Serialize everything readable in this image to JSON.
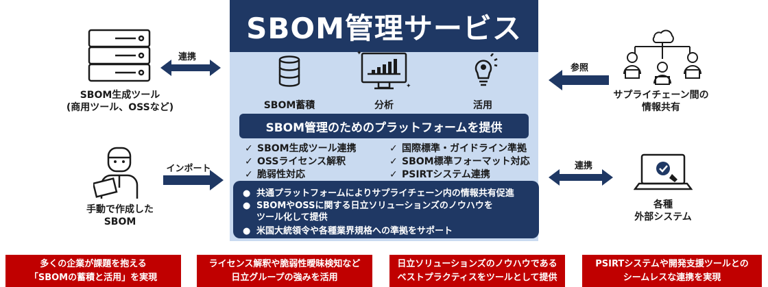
{
  "title": "SBOM管理サービス",
  "features": [
    {
      "label": "SBOM蓄積",
      "icon": "database-icon"
    },
    {
      "label": "分析",
      "icon": "analytics-monitor-icon"
    },
    {
      "label": "活用",
      "icon": "lightbulb-icon"
    }
  ],
  "platform_banner": "SBOM管理のためのプラットフォームを提供",
  "checklist": {
    "left": [
      "SBOM生成ツール連携",
      "OSSライセンス解釈",
      "脆弱性対応"
    ],
    "right": [
      "国際標準・ガイドライン準拠",
      "SBOM標準フォーマット対応",
      "PSIRTシステム連携"
    ]
  },
  "bullets": [
    "共通プラットフォームによりサプライチェーン内の情報共有促進",
    "SBOMやOSSに関する日立ソリューションズのノウハウを",
    "ツール化して提供",
    "米国大統領令や各種業界規格への準拠をサポート"
  ],
  "left_top": {
    "line1": "SBOM生成ツール",
    "line2": "(商用ツール、OSSなど)",
    "arrow": "連携"
  },
  "left_bottom": {
    "line1": "手動で作成した",
    "line2": "SBOM",
    "arrow": "インポート"
  },
  "right_top": {
    "line1": "サプライチェーン間の",
    "line2": "情報共有",
    "arrow": "参照"
  },
  "right_bottom": {
    "line1": "各種",
    "line2": "外部システム",
    "arrow": "連携"
  },
  "bottom_boxes": [
    {
      "line1": "多くの企業が課題を抱える",
      "line2": "「SBOMの蓄積と活用」を実現"
    },
    {
      "line1": "ライセンス解釈や脆弱性曖昧検知など",
      "line2": "日立グループの強みを活用"
    },
    {
      "line1": "日立ソリューションズのノウハウである",
      "line2": "ベストプラクティスをツールとして提供"
    },
    {
      "line1": "PSIRTシステムや開発支援ツールとの",
      "line2": "シームレスな連携を実現"
    }
  ],
  "colors": {
    "navy": "#1f3864",
    "panel": "#c9daf0",
    "red": "#c00000"
  }
}
